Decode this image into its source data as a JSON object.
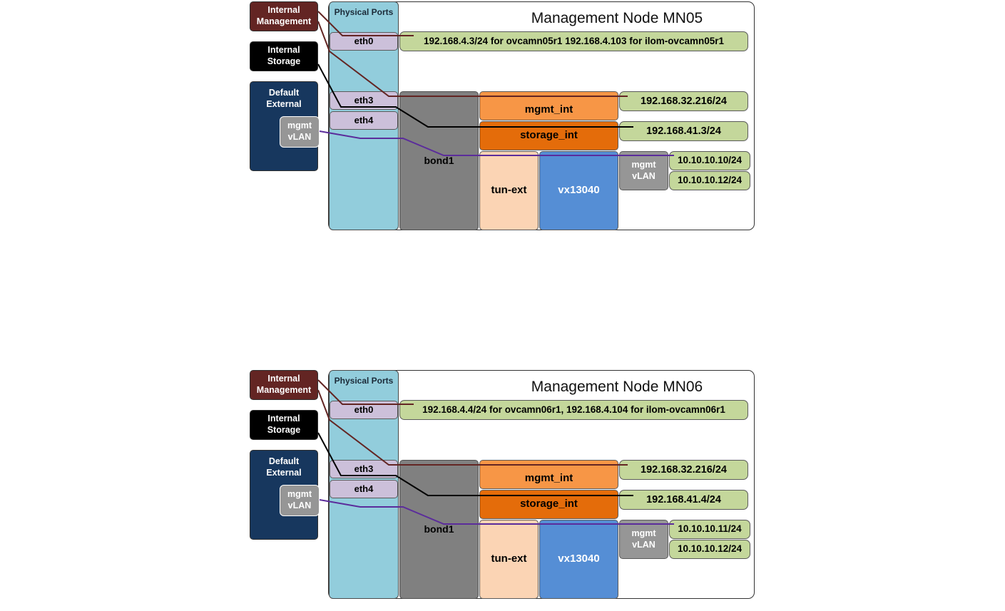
{
  "diagrams": [
    {
      "title": "Management Node MN05",
      "physical_ports_label": "Physical Ports",
      "left_networks": {
        "internal_management": "Internal Management",
        "internal_storage": "Internal Storage",
        "default_external": "Default External",
        "mgmt_vlan": "mgmt vLAN"
      },
      "ports": {
        "eth0": "eth0",
        "eth3": "eth3",
        "eth4": "eth4"
      },
      "eth0_ip": "192.168.4.3/24 for ovcamn05r1 192.168.4.103 for ilom-ovcamn05r1",
      "bond": "bond1",
      "mgmt_int": "mgmt_int",
      "storage_int": "storage_int",
      "tun_ext": "tun-ext",
      "vx": "vx13040",
      "vlan_box": "mgmt vLAN",
      "mgmt_int_ip": "192.168.32.216/24",
      "storage_int_ip": "192.168.41.3/24",
      "vlan_ip_1": "10.10.10.10/24",
      "vlan_ip_2": "10.10.10.12/24"
    },
    {
      "title": "Management Node MN06",
      "physical_ports_label": "Physical Ports",
      "left_networks": {
        "internal_management": "Internal Management",
        "internal_storage": "Internal Storage",
        "default_external": "Default External",
        "mgmt_vlan": "mgmt vLAN"
      },
      "ports": {
        "eth0": "eth0",
        "eth3": "eth3",
        "eth4": "eth4"
      },
      "eth0_ip": "192.168.4.4/24 for ovcamn06r1, 192.168.4.104 for ilom-ovcamn06r1",
      "bond": "bond1",
      "mgmt_int": "mgmt_int",
      "storage_int": "storage_int",
      "tun_ext": "tun-ext",
      "vx": "vx13040",
      "vlan_box": "mgmt vLAN",
      "mgmt_int_ip": "192.168.32.216/24",
      "storage_int_ip": "192.168.41.4/24",
      "vlan_ip_1": "10.10.10.11/24",
      "vlan_ip_2": "10.10.10.12/24"
    }
  ],
  "colors": {
    "internal_management": "#632523",
    "internal_storage": "#000000",
    "default_external": "#17375e",
    "mgmt_vlan_line": "#5b2c9b",
    "physical_ports": "#92cddc",
    "port": "#ccc0da",
    "ip_box": "#c4d79b",
    "bond": "#808080",
    "mgmt_int": "#f79646",
    "storage_int": "#e46c0a",
    "tun_ext": "#fbd4b4",
    "vx": "#558ed5",
    "vlan_box": "#969696"
  }
}
